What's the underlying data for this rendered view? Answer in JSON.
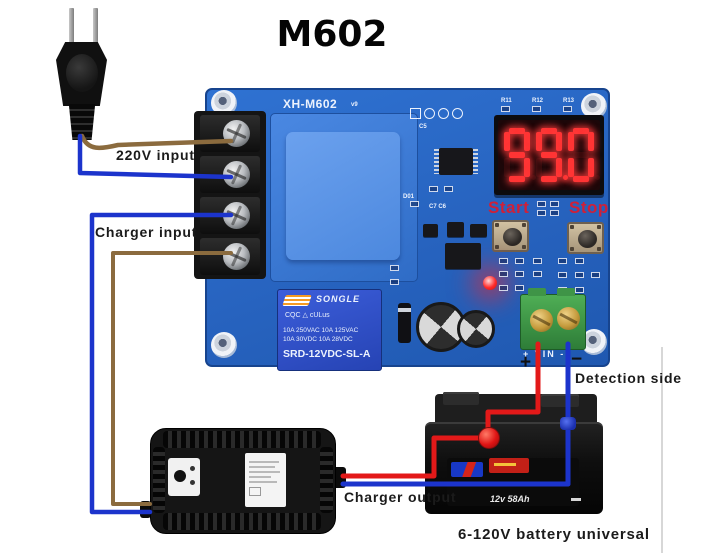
{
  "title": "M602",
  "annotations": {
    "power_input": "220V input",
    "charger_input": "Charger input",
    "charger_output": "Charger output",
    "detection_side": "Detection side",
    "battery_caption": "6-120V battery universal",
    "vin_plus": "+",
    "vin_minus": "−"
  },
  "board": {
    "model_silkscreen": "XH-M602",
    "version_silkscreen": "v9",
    "display": {
      "value": "99.0",
      "digit_color": "#ff3434"
    },
    "resistor_labels": [
      "R11",
      "R12",
      "R13"
    ],
    "header_label": "C5",
    "cap_labels": "C7  C6",
    "diode_label": "D01",
    "start_label": "Start",
    "stop_label": "Stop",
    "vin_silkscreen": "+ VIN -",
    "relay": {
      "brand": "SONGLE",
      "certs": "CQC  △   cULus",
      "rating_line1": "10A 250VAC  10A 125VAC",
      "rating_line2": "10A  30VDC  10A  28VDC",
      "model": "SRD-12VDC-SL-A"
    }
  },
  "battery": {
    "label": "12v 58Ah"
  },
  "colors": {
    "pcb": "#2a6bc8",
    "wire_red": "#e31919",
    "wire_blue": "#1c34cc",
    "wire_brown": "#8b6b3e"
  }
}
